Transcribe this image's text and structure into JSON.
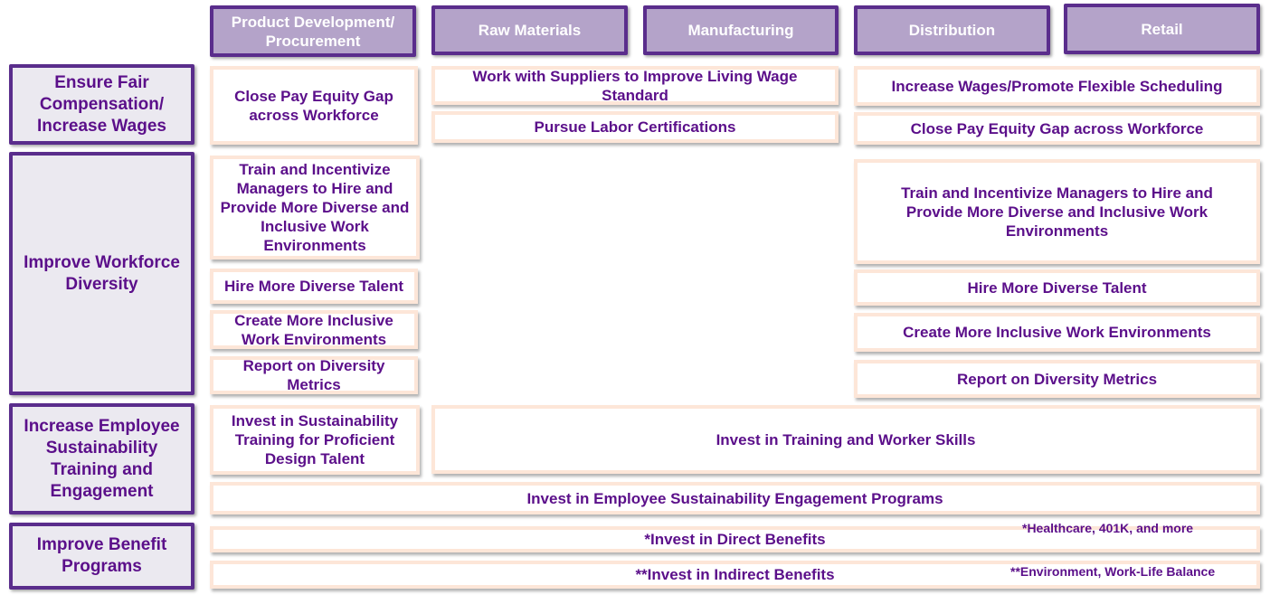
{
  "headers": [
    "Product Development/ Procurement",
    "Raw Materials",
    "Manufacturing",
    "Distribution",
    "Retail"
  ],
  "rows": [
    "Ensure Fair Compensation/ Increase Wages",
    "Improve Workforce Diversity",
    "Increase Employee Sustainability Training and Engagement",
    "Improve Benefit Programs"
  ],
  "cells": {
    "pd_pay": "Close Pay Equity Gap across Workforce",
    "suppliers": "Work with Suppliers to Improve Living Wage Standard",
    "labor_cert": "Pursue Labor Certifications",
    "wages": "Increase Wages/Promote Flexible Scheduling",
    "dist_pay": "Close Pay Equity Gap across Workforce",
    "pd_train": "Train and Incentivize Managers to Hire and Provide More Diverse and Inclusive Work Environments",
    "pd_hire": "Hire More Diverse Talent",
    "pd_create": "Create More Inclusive Work Environments",
    "pd_report": "Report on Diversity Metrics",
    "dist_train": "Train and Incentivize Managers to Hire and Provide More Diverse and Inclusive Work Environments",
    "dist_hire": "Hire More Diverse Talent",
    "dist_create": "Create More Inclusive Work Environments",
    "dist_report": "Report on Diversity Metrics",
    "pd_sust": "Invest in Sustainability Training for Proficient Design Talent",
    "training": "Invest in Training and Worker Skills",
    "engagement": "Invest in Employee Sustainability Engagement Programs",
    "direct": "*Invest in Direct Benefits",
    "indirect": "**Invest in Indirect Benefits"
  },
  "footnotes": {
    "direct": "*Healthcare, 401K, and more",
    "indirect": "**Environment, Work-Life Balance"
  }
}
